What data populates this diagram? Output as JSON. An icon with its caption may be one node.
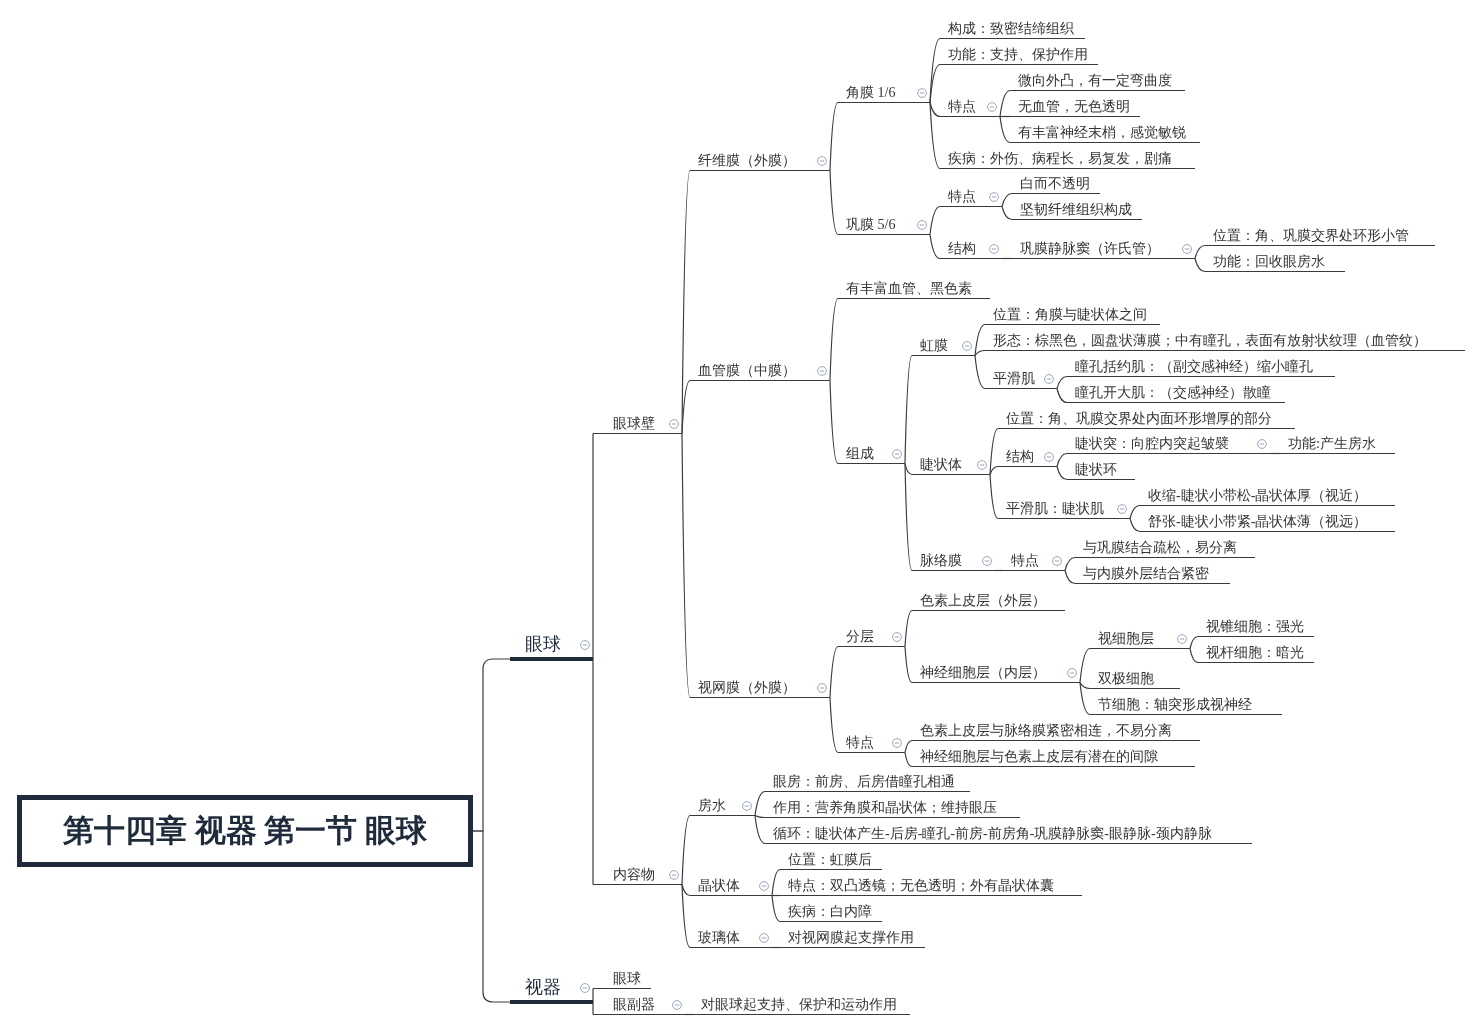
{
  "diagram": {
    "nodes": [
      {
        "text": [
          "第十四章 视器 第一节 眼球"
        ]
      },
      {
        "text": [
          "眼球"
        ]
      },
      {
        "text": [
          "眼球壁"
        ]
      },
      {
        "text": [
          "纤维膜（外膜）"
        ]
      },
      {
        "text": [
          "角膜 1/6"
        ]
      },
      {
        "text": [
          "构成：致密结缔组织"
        ]
      },
      {
        "text": [
          "功能：支持、保护作用"
        ]
      },
      {
        "text": [
          "特点"
        ]
      },
      {
        "text": [
          "微向外凸，有一定弯曲度"
        ]
      },
      {
        "text": [
          "无血管，无色透明"
        ]
      },
      {
        "text": [
          "有丰富神经末梢，感觉敏锐"
        ]
      },
      {
        "text": [
          "疾病：外伤、病程长，易复发，剧痛"
        ]
      },
      {
        "text": [
          "巩膜 5/6"
        ]
      },
      {
        "text": [
          "特点"
        ]
      },
      {
        "text": [
          "白而不透明"
        ]
      },
      {
        "text": [
          "坚韧纤维组织构成"
        ]
      },
      {
        "text": [
          "结构"
        ]
      },
      {
        "text": [
          "巩膜静脉窦（许氏管）"
        ]
      },
      {
        "text": [
          "位置：角、巩膜交界处环形小管"
        ]
      },
      {
        "text": [
          "功能：回收眼房水"
        ]
      },
      {
        "text": [
          "血管膜（中膜）"
        ]
      },
      {
        "text": [
          "有丰富血管、黑色素"
        ]
      },
      {
        "text": [
          "组成"
        ]
      },
      {
        "text": [
          "虹膜"
        ]
      },
      {
        "text": [
          "位置：角膜与睫状体之间"
        ]
      },
      {
        "text": [
          "形态：棕黑色，圆盘状薄膜；中有瞳孔，表面有放射状纹理（血管纹）"
        ]
      },
      {
        "text": [
          "平滑肌"
        ]
      },
      {
        "text": [
          "瞳孔括约肌：（副交感神经）缩小瞳孔"
        ]
      },
      {
        "text": [
          "瞳孔开大肌：（交感神经）散瞳"
        ]
      },
      {
        "text": [
          "睫状体"
        ]
      },
      {
        "text": [
          "位置：角、巩膜交界处内面环形增厚的部分"
        ]
      },
      {
        "text": [
          "结构"
        ]
      },
      {
        "text": [
          "睫状突：向腔内突起皱襞"
        ]
      },
      {
        "text": [
          "功能:产生房水"
        ]
      },
      {
        "text": [
          "睫状环"
        ]
      },
      {
        "text": [
          "平滑肌：睫状肌"
        ]
      },
      {
        "text": [
          "收缩-睫状小带松-晶状体厚（视近）"
        ]
      },
      {
        "text": [
          "舒张-睫状小带紧-晶状体薄（视远）"
        ]
      },
      {
        "text": [
          "脉络膜"
        ]
      },
      {
        "text": [
          "特点"
        ]
      },
      {
        "text": [
          "与巩膜结合疏松，易分离"
        ]
      },
      {
        "text": [
          "与内膜外层结合紧密"
        ]
      },
      {
        "text": [
          "视网膜（外膜）"
        ]
      },
      {
        "text": [
          "分层"
        ]
      },
      {
        "text": [
          "色素上皮层（外层）"
        ]
      },
      {
        "text": [
          "神经细胞层（内层）"
        ]
      },
      {
        "text": [
          "视细胞层"
        ]
      },
      {
        "text": [
          "视锥细胞：强光"
        ]
      },
      {
        "text": [
          "视杆细胞：暗光"
        ]
      },
      {
        "text": [
          "双极细胞"
        ]
      },
      {
        "text": [
          "节细胞：轴突形成视神经"
        ]
      },
      {
        "text": [
          "特点"
        ]
      },
      {
        "text": [
          "色素上皮层与脉络膜紧密相连，不易分离"
        ]
      },
      {
        "text": [
          "神经细胞层与色素上皮层有潜在的间隙"
        ]
      },
      {
        "text": [
          "内容物"
        ]
      },
      {
        "text": [
          "房水"
        ]
      },
      {
        "text": [
          "眼房：前房、后房借瞳孔相通"
        ]
      },
      {
        "text": [
          "作用：营养角膜和晶状体；维持眼压"
        ]
      },
      {
        "text": [
          "循环：睫状体产生-后房-瞳孔-前房-前房角-巩膜静脉窦-眼静脉-颈内静脉"
        ]
      },
      {
        "text": [
          "晶状体"
        ]
      },
      {
        "text": [
          "位置：虹膜后"
        ]
      },
      {
        "text": [
          "特点：双凸透镜；无色透明；外有晶状体囊"
        ]
      },
      {
        "text": [
          "疾病：白内障"
        ]
      },
      {
        "text": [
          "玻璃体"
        ]
      },
      {
        "text": [
          "对视网膜起支撑作用"
        ]
      },
      {
        "text": [
          "视器"
        ]
      },
      {
        "text": [
          "眼球"
        ]
      },
      {
        "text": [
          "眼副器"
        ]
      },
      {
        "text": [
          "对眼球起支持、保护和运动作用"
        ]
      }
    ],
    "edges": [
      {
        "from": 0,
        "to": 1,
        "arrow": "none"
      },
      {
        "from": 0,
        "to": 65,
        "arrow": "none"
      },
      {
        "from": 1,
        "to": 2,
        "arrow": "none"
      },
      {
        "from": 1,
        "to": 54,
        "arrow": "none"
      },
      {
        "from": 2,
        "to": 3,
        "arrow": "none"
      },
      {
        "from": 2,
        "to": 20,
        "arrow": "none"
      },
      {
        "from": 2,
        "to": 42,
        "arrow": "none"
      },
      {
        "from": 3,
        "to": 4,
        "arrow": "none"
      },
      {
        "from": 3,
        "to": 12,
        "arrow": "none"
      },
      {
        "from": 4,
        "to": 5,
        "arrow": "none"
      },
      {
        "from": 4,
        "to": 6,
        "arrow": "none"
      },
      {
        "from": 4,
        "to": 7,
        "arrow": "none"
      },
      {
        "from": 4,
        "to": 11,
        "arrow": "none"
      },
      {
        "from": 7,
        "to": 8,
        "arrow": "none"
      },
      {
        "from": 7,
        "to": 9,
        "arrow": "none"
      },
      {
        "from": 7,
        "to": 10,
        "arrow": "none"
      },
      {
        "from": 12,
        "to": 13,
        "arrow": "none"
      },
      {
        "from": 12,
        "to": 16,
        "arrow": "none"
      },
      {
        "from": 13,
        "to": 14,
        "arrow": "none"
      },
      {
        "from": 13,
        "to": 15,
        "arrow": "none"
      },
      {
        "from": 16,
        "to": 17,
        "arrow": "none"
      },
      {
        "from": 17,
        "to": 18,
        "arrow": "none"
      },
      {
        "from": 17,
        "to": 19,
        "arrow": "none"
      },
      {
        "from": 20,
        "to": 21,
        "arrow": "none"
      },
      {
        "from": 20,
        "to": 22,
        "arrow": "none"
      },
      {
        "from": 22,
        "to": 23,
        "arrow": "none"
      },
      {
        "from": 22,
        "to": 29,
        "arrow": "none"
      },
      {
        "from": 22,
        "to": 38,
        "arrow": "none"
      },
      {
        "from": 23,
        "to": 24,
        "arrow": "none"
      },
      {
        "from": 23,
        "to": 25,
        "arrow": "none"
      },
      {
        "from": 23,
        "to": 26,
        "arrow": "none"
      },
      {
        "from": 26,
        "to": 27,
        "arrow": "none"
      },
      {
        "from": 26,
        "to": 28,
        "arrow": "none"
      },
      {
        "from": 29,
        "to": 30,
        "arrow": "none"
      },
      {
        "from": 29,
        "to": 31,
        "arrow": "none"
      },
      {
        "from": 29,
        "to": 35,
        "arrow": "none"
      },
      {
        "from": 31,
        "to": 32,
        "arrow": "none"
      },
      {
        "from": 31,
        "to": 34,
        "arrow": "none"
      },
      {
        "from": 32,
        "to": 33,
        "arrow": "none"
      },
      {
        "from": 35,
        "to": 36,
        "arrow": "none"
      },
      {
        "from": 35,
        "to": 37,
        "arrow": "none"
      },
      {
        "from": 38,
        "to": 39,
        "arrow": "none"
      },
      {
        "from": 39,
        "to": 40,
        "arrow": "none"
      },
      {
        "from": 39,
        "to": 41,
        "arrow": "none"
      },
      {
        "from": 42,
        "to": 43,
        "arrow": "none"
      },
      {
        "from": 42,
        "to": 51,
        "arrow": "none"
      },
      {
        "from": 43,
        "to": 44,
        "arrow": "none"
      },
      {
        "from": 43,
        "to": 45,
        "arrow": "none"
      },
      {
        "from": 45,
        "to": 46,
        "arrow": "none"
      },
      {
        "from": 45,
        "to": 49,
        "arrow": "none"
      },
      {
        "from": 45,
        "to": 50,
        "arrow": "none"
      },
      {
        "from": 46,
        "to": 47,
        "arrow": "none"
      },
      {
        "from": 46,
        "to": 48,
        "arrow": "none"
      },
      {
        "from": 51,
        "to": 52,
        "arrow": "none"
      },
      {
        "from": 51,
        "to": 53,
        "arrow": "none"
      },
      {
        "from": 54,
        "to": 55,
        "arrow": "none"
      },
      {
        "from": 54,
        "to": 59,
        "arrow": "none"
      },
      {
        "from": 54,
        "to": 63,
        "arrow": "none"
      },
      {
        "from": 55,
        "to": 56,
        "arrow": "none"
      },
      {
        "from": 55,
        "to": 57,
        "arrow": "none"
      },
      {
        "from": 55,
        "to": 58,
        "arrow": "none"
      },
      {
        "from": 59,
        "to": 60,
        "arrow": "none"
      },
      {
        "from": 59,
        "to": 61,
        "arrow": "none"
      },
      {
        "from": 59,
        "to": 62,
        "arrow": "none"
      },
      {
        "from": 63,
        "to": 64,
        "arrow": "none"
      },
      {
        "from": 65,
        "to": 66,
        "arrow": "none"
      },
      {
        "from": 65,
        "to": 67,
        "arrow": "none"
      },
      {
        "from": 67,
        "to": 68,
        "arrow": "none"
      }
    ]
  }
}
